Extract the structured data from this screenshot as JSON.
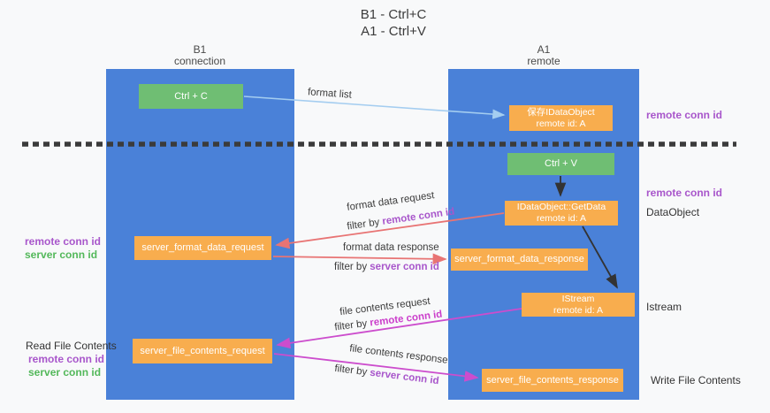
{
  "title": {
    "line1": "B1 - Ctrl+C",
    "line2": "A1 - Ctrl+V"
  },
  "columns": {
    "left": {
      "name": "B1",
      "role": "connection"
    },
    "right": {
      "name": "A1",
      "role": "remote"
    }
  },
  "boxes": {
    "ctrl_c": "Ctrl + C",
    "ctrl_v": "Ctrl + V",
    "save_dataobject": {
      "line1": "保存IDataObject",
      "line2": "remote id: A"
    },
    "getdata": {
      "line1": "IDataObject::GetData",
      "line2": "remote id: A"
    },
    "istream": {
      "line1": "IStream",
      "line2": "remote id: A"
    },
    "server_format_data_request": "server_format_data_request",
    "server_format_data_response": "server_format_data_response",
    "server_file_contents_request": "server_file_contents_request",
    "server_file_contents_response": "server_file_contents_response"
  },
  "edge_labels": {
    "format_list": "format list",
    "format_data_request": "format data request",
    "format_data_response": "format data response",
    "file_contents_request": "file contents request",
    "file_contents_response": "file contents response",
    "filter_by": "filter by",
    "remote_conn_id": "remote conn id",
    "server_conn_id": "server conn id"
  },
  "side_labels": {
    "remote_conn_id": "remote conn id",
    "server_conn_id": "server conn id",
    "dataobject": "DataObject",
    "istream": "Istream",
    "read_file_contents": "Read File Contents",
    "write_file_contents": "Write File Contents"
  },
  "colors": {
    "column_blue": "#4a81d8",
    "box_green": "#6fbe73",
    "box_orange": "#f8ad4e",
    "arrow_light_blue": "#a4cdf0",
    "arrow_red": "#e87474",
    "arrow_magenta": "#cc4dcd",
    "arrow_black": "#333333",
    "label_purple": "#a856cb",
    "label_green": "#53b85a",
    "label_magenta": "#cb3ecb",
    "dashed_separator": "#3b3b3b",
    "background": "#f8f9fa"
  }
}
